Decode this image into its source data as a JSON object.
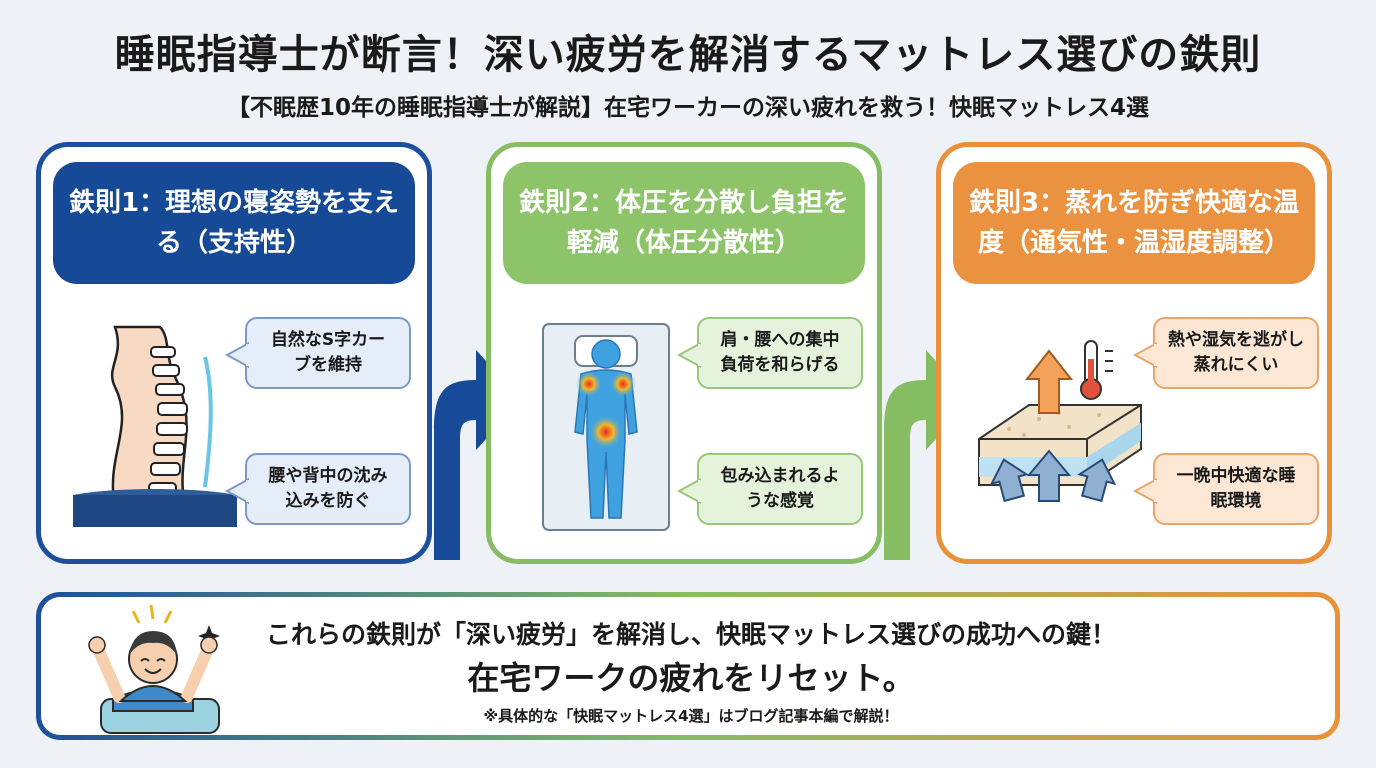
{
  "title": "睡眠指導士が断言！深い疲労を解消するマットレス選びの鉄則",
  "subtitle": "【不眠歴10年の睡眠指導士が解説】在宅ワーカーの深い疲れを救う！快眠マットレス4選",
  "colors": {
    "rule1": "#164996",
    "rule2": "#8dc46a",
    "rule3": "#ea9240"
  },
  "rules": [
    {
      "heading": "鉄則1：理想の寝姿勢を支える（支持性）",
      "bubbles": [
        "自然なS字カーブを維持",
        "腰や背中の沈み込みを防ぐ"
      ],
      "icon": "spine-icon"
    },
    {
      "heading": "鉄則2：体圧を分散し負担を軽減（体圧分散性）",
      "bubbles": [
        "肩・腰への集中負荷を和らげる",
        "包み込まれるような感覚"
      ],
      "icon": "pressure-map-icon"
    },
    {
      "heading": "鉄則3：蒸れを防ぎ快適な温度（通気性・温湿度調整）",
      "bubbles": [
        "熱や湿気を逃がし蒸れにくい",
        "一晩中快適な睡眠環境"
      ],
      "icon": "mattress-airflow-icon"
    }
  ],
  "bottom": {
    "line1": "これらの鉄則が「深い疲労」を解消し、快眠マットレス選びの成功への鍵！",
    "line2": "在宅ワークの疲れをリセット。",
    "note": "※具体的な「快眠マットレス4選」はブログ記事本編で解説！",
    "icon": "waking-person-icon"
  }
}
